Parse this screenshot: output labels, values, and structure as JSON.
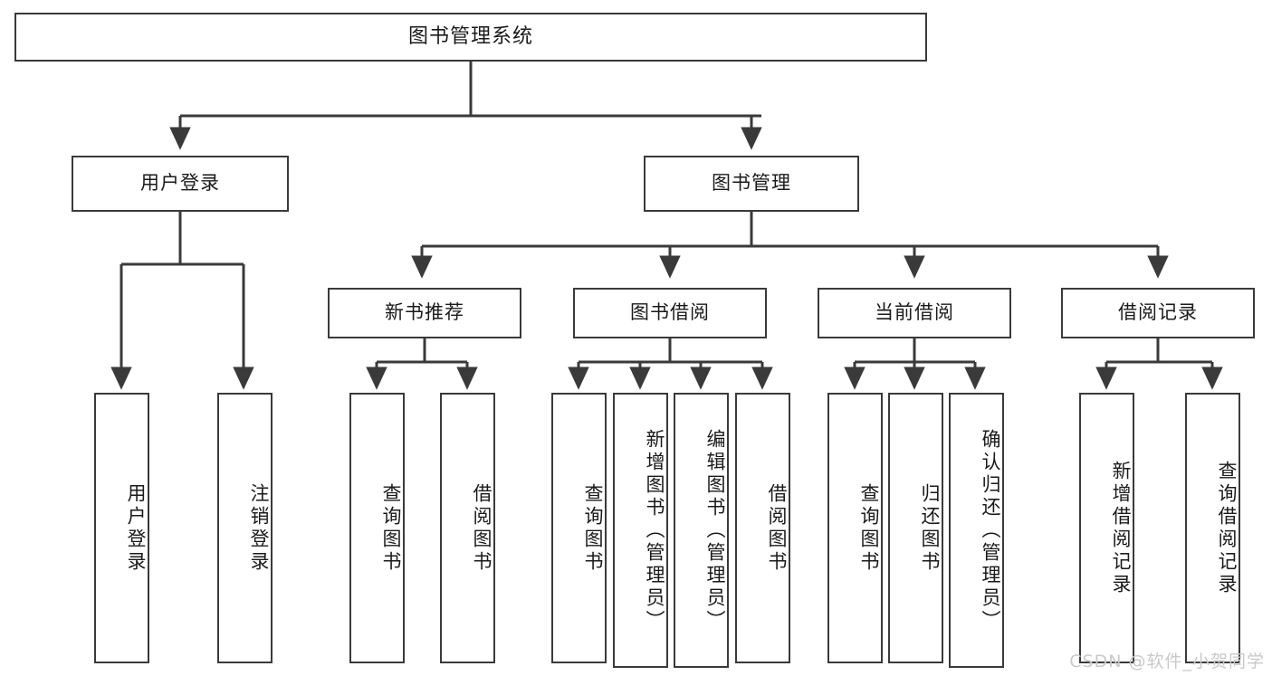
{
  "diagram": {
    "title": "图书管理系统",
    "watermark": "CSDN @软件_小贺同学",
    "colors": {
      "box_border": "#3a3a3a",
      "box_fill": "#ffffff",
      "line": "#3a3a3a",
      "text": "#1a1a1a",
      "watermark": "#c9c9c9",
      "background": "#ffffff"
    }
  },
  "nodes": {
    "root": {
      "label": "图书管理系统"
    },
    "level1": [
      {
        "id": "user-login",
        "label": "用户登录"
      },
      {
        "id": "book-manage",
        "label": "图书管理"
      }
    ],
    "level2": [
      {
        "id": "new-book-recommend",
        "label": "新书推荐"
      },
      {
        "id": "book-borrow",
        "label": "图书借阅"
      },
      {
        "id": "current-borrow",
        "label": "当前借阅"
      },
      {
        "id": "borrow-record",
        "label": "借阅记录"
      }
    ],
    "leaves": {
      "user_login": [
        {
          "id": "leaf-user-login",
          "label": "用户登录"
        },
        {
          "id": "leaf-logout",
          "label": "注销登录"
        }
      ],
      "new_book_recommend": [
        {
          "id": "leaf-query-book-1",
          "label": "查询图书"
        },
        {
          "id": "leaf-borrow-book-1",
          "label": "借阅图书"
        }
      ],
      "book_borrow": [
        {
          "id": "leaf-query-book-2",
          "label": "查询图书"
        },
        {
          "id": "leaf-add-book",
          "label": "新增图书（管理员）"
        },
        {
          "id": "leaf-edit-book",
          "label": "编辑图书（管理员）"
        },
        {
          "id": "leaf-borrow-book-2",
          "label": "借阅图书"
        }
      ],
      "current_borrow": [
        {
          "id": "leaf-query-book-3",
          "label": "查询图书"
        },
        {
          "id": "leaf-return-book",
          "label": "归还图书"
        },
        {
          "id": "leaf-confirm-return",
          "label": "确认归还（管理员）"
        }
      ],
      "borrow_record": [
        {
          "id": "leaf-add-record",
          "label": "新增借阅记录"
        },
        {
          "id": "leaf-query-record",
          "label": "查询借阅记录"
        }
      ]
    }
  }
}
